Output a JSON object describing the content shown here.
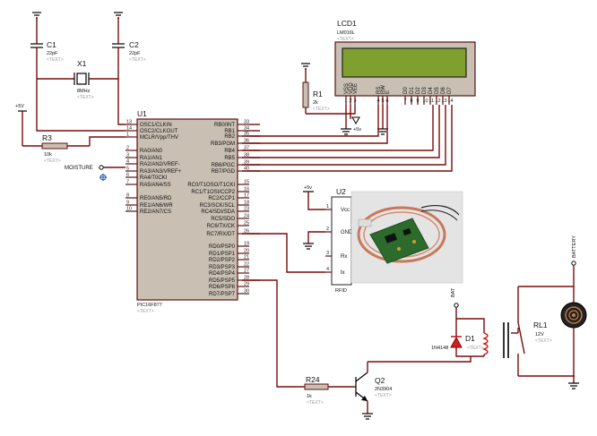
{
  "components": {
    "c1": {
      "ref": "C1",
      "value": "22pF",
      "text": "<TEXT>"
    },
    "c2": {
      "ref": "C2",
      "value": "22pF",
      "text": "<TEXT>"
    },
    "x1": {
      "ref": "X1",
      "value": "8MHz",
      "text": "<TEXT>"
    },
    "r3": {
      "ref": "R3",
      "value": "10k",
      "text": "<TEXT>"
    },
    "r1": {
      "ref": "R1",
      "value": "2k",
      "text": "<TEXT>"
    },
    "lcd1": {
      "ref": "LCD1",
      "value": "LM016L",
      "text": "<TEXT>",
      "pins": [
        "VSS",
        "VDD",
        "VEE",
        "RS",
        "RW",
        "E",
        "D0",
        "D1",
        "D2",
        "D3",
        "D4",
        "D5",
        "D6",
        "D7"
      ],
      "pin_numbers": [
        "1",
        "2",
        "3",
        "4",
        "5",
        "6",
        "7",
        "8",
        "9",
        "10",
        "11",
        "12",
        "13",
        "14"
      ]
    },
    "u1": {
      "ref": "U1",
      "value": "PIC16F877",
      "text": "<TEXT>",
      "left_pins": [
        {
          "num": "13",
          "name": "OSC1/CLKIN"
        },
        {
          "num": "14",
          "name": "OSC2/CLKOUT"
        },
        {
          "num": "1",
          "name": "MCLR/Vpp/THV"
        },
        {
          "num": "2",
          "name": "RA0/AN0"
        },
        {
          "num": "3",
          "name": "RA1/AN1"
        },
        {
          "num": "4",
          "name": "RA2/AN2/VREF-"
        },
        {
          "num": "5",
          "name": "RA3/AN3/VREF+"
        },
        {
          "num": "6",
          "name": "RA4/T0CKI"
        },
        {
          "num": "7",
          "name": "RA5/AN4/SS"
        },
        {
          "num": "8",
          "name": "RE0/AN5/RD"
        },
        {
          "num": "9",
          "name": "RE1/AN6/WR"
        },
        {
          "num": "10",
          "name": "RE2/AN7/CS"
        }
      ],
      "right_pins": [
        {
          "num": "33",
          "name": "RB0/INT"
        },
        {
          "num": "34",
          "name": "RB1"
        },
        {
          "num": "35",
          "name": "RB2"
        },
        {
          "num": "36",
          "name": "RB3/PGM"
        },
        {
          "num": "37",
          "name": "RB4"
        },
        {
          "num": "38",
          "name": "RB5"
        },
        {
          "num": "39",
          "name": "RB6/PGC"
        },
        {
          "num": "40",
          "name": "RB7/PGD"
        },
        {
          "num": "15",
          "name": "RC0/T1OSO/T1CKI"
        },
        {
          "num": "16",
          "name": "RC1/T1OSI/CCP2"
        },
        {
          "num": "17",
          "name": "RC2/CCP1"
        },
        {
          "num": "18",
          "name": "RC3/SCK/SCL"
        },
        {
          "num": "23",
          "name": "RC4/SDI/SDA"
        },
        {
          "num": "24",
          "name": "RC5/SDO"
        },
        {
          "num": "25",
          "name": "RC6/TX/CK"
        },
        {
          "num": "26",
          "name": "RC7/RX/DT"
        },
        {
          "num": "19",
          "name": "RD0/PSP0"
        },
        {
          "num": "20",
          "name": "RD1/PSP1"
        },
        {
          "num": "21",
          "name": "RD2/PSP2"
        },
        {
          "num": "22",
          "name": "RD3/PSP3"
        },
        {
          "num": "27",
          "name": "RD4/PSP4"
        },
        {
          "num": "28",
          "name": "RD5/PSP5"
        },
        {
          "num": "29",
          "name": "RD6/PSP6"
        },
        {
          "num": "30",
          "name": "RD7/PSP7"
        }
      ]
    },
    "u2": {
      "ref": "U2",
      "value": "RFID",
      "pins": [
        "Vcc",
        "GND",
        "Rx",
        "tx"
      ],
      "pin_numbers": [
        "1",
        "2",
        "3",
        "4"
      ]
    },
    "r24": {
      "ref": "R24",
      "value": "1k",
      "text": "<TEXT>"
    },
    "q2": {
      "ref": "Q2",
      "value": "2N3904",
      "text": "<TEXT>"
    },
    "d1": {
      "ref": "D1",
      "value": "1N4148",
      "text": "<TEXT>"
    },
    "rl1": {
      "ref": "RL1",
      "value": "12V",
      "text": "<TEXT>"
    }
  },
  "labels": {
    "plus5v": "+5V",
    "plus5v_small": "+5v",
    "moisture": "MOISTURE",
    "bat": "BAT",
    "battery": "BATTERY"
  },
  "colors": {
    "wire": "#7a0c0c",
    "body": "#c9bfb3",
    "lcd_screen": "#7fa02f"
  }
}
